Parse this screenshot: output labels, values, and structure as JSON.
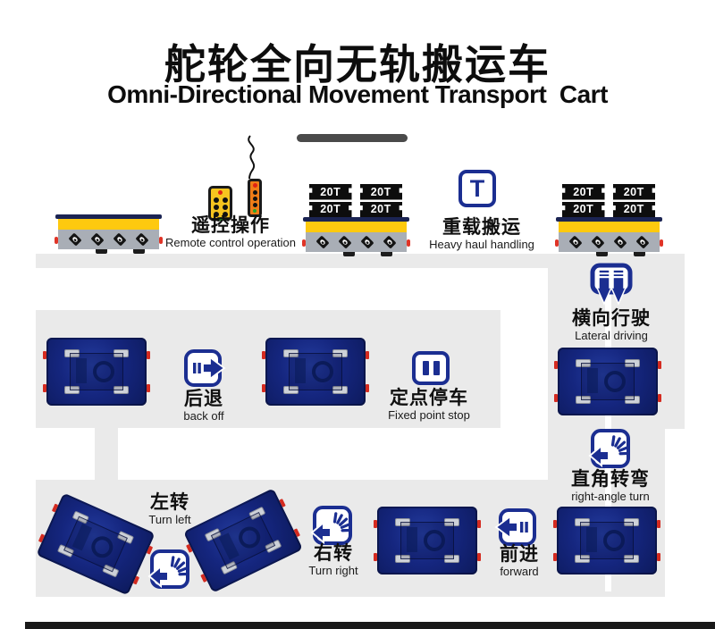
{
  "header": {
    "title_cn": "舵轮全向无轨搬运车",
    "title_en": "Omni-Directional Movement Transport  Cart"
  },
  "features": {
    "remote_control": {
      "cn": "遥控操作",
      "en": "Remote control operation"
    },
    "heavy_haul": {
      "cn": "重载搬运",
      "en": "Heavy haul handling"
    },
    "lateral_driving": {
      "cn": "横向行驶",
      "en": "Lateral driving"
    },
    "back_off": {
      "cn": "后退",
      "en": "back off"
    },
    "fixed_point_stop": {
      "cn": "定点停车",
      "en": "Fixed point stop"
    },
    "right_angle_turn": {
      "cn": "直角转弯",
      "en": "right-angle turn"
    },
    "turn_left": {
      "cn": "左转",
      "en": "Turn left"
    },
    "turn_right": {
      "cn": "右转",
      "en": "Turn right"
    },
    "forward": {
      "cn": "前进",
      "en": "forward"
    }
  },
  "cargo": {
    "weight_label": "20T"
  },
  "icons": {
    "heavy_haul_symbol": "T"
  },
  "colors": {
    "cart_blue": "#15267f",
    "road_gray": "#eaeaea",
    "accent_yellow": "#fec90f",
    "icon_navy": "#1b2e91",
    "remote_yellow": "#f6c41f",
    "remote_orange": "#f07d17",
    "alert_red": "#d42b20"
  }
}
